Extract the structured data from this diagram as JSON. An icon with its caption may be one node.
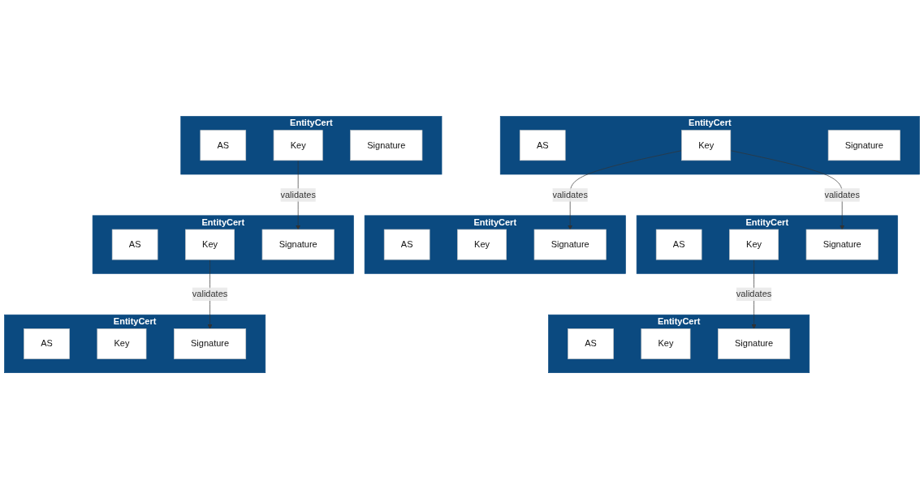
{
  "diagram": {
    "nodes": [
      {
        "text": [
          "EntityCert"
        ]
      },
      {
        "text": [
          "AS"
        ],
        "in": 0
      },
      {
        "text": [
          "Key"
        ],
        "in": 0
      },
      {
        "text": [
          "Signature"
        ],
        "in": 0
      },
      {
        "text": [
          "EntityCert"
        ]
      },
      {
        "text": [
          "AS"
        ],
        "in": 4
      },
      {
        "text": [
          "Key"
        ],
        "in": 4
      },
      {
        "text": [
          "Signature"
        ],
        "in": 4
      },
      {
        "text": [
          "EntityCert"
        ]
      },
      {
        "text": [
          "AS"
        ],
        "in": 8
      },
      {
        "text": [
          "Key"
        ],
        "in": 8
      },
      {
        "text": [
          "Signature"
        ],
        "in": 8
      },
      {
        "text": [
          "EntityCert"
        ]
      },
      {
        "text": [
          "AS"
        ],
        "in": 12
      },
      {
        "text": [
          "Key"
        ],
        "in": 12
      },
      {
        "text": [
          "Signature"
        ],
        "in": 12
      },
      {
        "text": [
          "EntityCert"
        ]
      },
      {
        "text": [
          "AS"
        ],
        "in": 16
      },
      {
        "text": [
          "Key"
        ],
        "in": 16
      },
      {
        "text": [
          "Signature"
        ],
        "in": 16
      },
      {
        "text": [
          "EntityCert"
        ]
      },
      {
        "text": [
          "AS"
        ],
        "in": 20
      },
      {
        "text": [
          "Key"
        ],
        "in": 20
      },
      {
        "text": [
          "Signature"
        ],
        "in": 20
      },
      {
        "text": [
          "EntityCert"
        ]
      },
      {
        "text": [
          "AS"
        ],
        "in": 24
      },
      {
        "text": [
          "Key"
        ],
        "in": 24
      },
      {
        "text": [
          "Signature"
        ],
        "in": 24
      }
    ],
    "edges": [
      {
        "from": 2,
        "to": 11,
        "arrow": "to",
        "label": "validates"
      },
      {
        "from": 2,
        "to": 15,
        "arrow": "to",
        "label": "validates"
      },
      {
        "from": 6,
        "to": 19,
        "arrow": "to",
        "label": "validates"
      },
      {
        "from": 14,
        "to": 23,
        "arrow": "to",
        "label": "validates"
      },
      {
        "from": 18,
        "to": 27,
        "arrow": "to",
        "label": "validates"
      }
    ]
  }
}
